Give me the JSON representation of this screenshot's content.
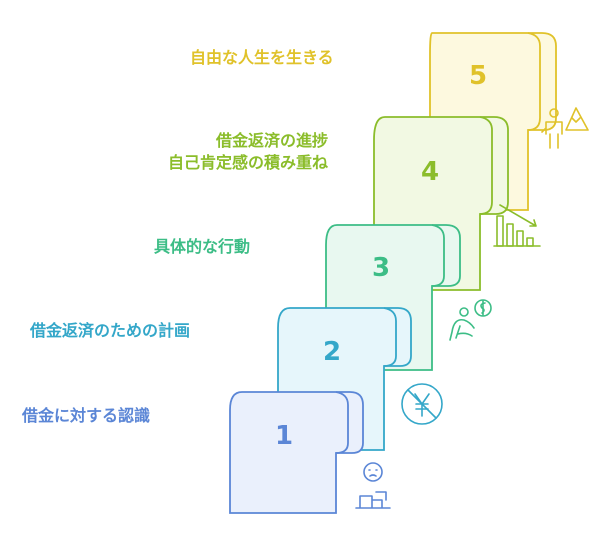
{
  "steps": [
    {
      "number": "1",
      "lines": [
        "借金に対する認識"
      ],
      "color": "#5b86d6",
      "fill": "#eaf0fc",
      "icon": "person-at-desk-icon"
    },
    {
      "number": "2",
      "lines": [
        "借金返済のための計画"
      ],
      "color": "#34a7c9",
      "fill": "#e6f6fb",
      "icon": "no-yen-icon"
    },
    {
      "number": "3",
      "lines": [
        "具体的な行動"
      ],
      "color": "#3cbd86",
      "fill": "#e8f8f0",
      "icon": "person-with-coin-icon"
    },
    {
      "number": "4",
      "lines": [
        "借金返済の進捗",
        "自己肯定感の積み重ね"
      ],
      "color": "#8bbd2b",
      "fill": "#f2f9e3",
      "icon": "declining-bar-chart-icon"
    },
    {
      "number": "5",
      "lines": [
        "自由な人生を生きる"
      ],
      "color": "#e0c22a",
      "fill": "#fdf9df",
      "icon": "person-with-mountain-icon"
    }
  ]
}
